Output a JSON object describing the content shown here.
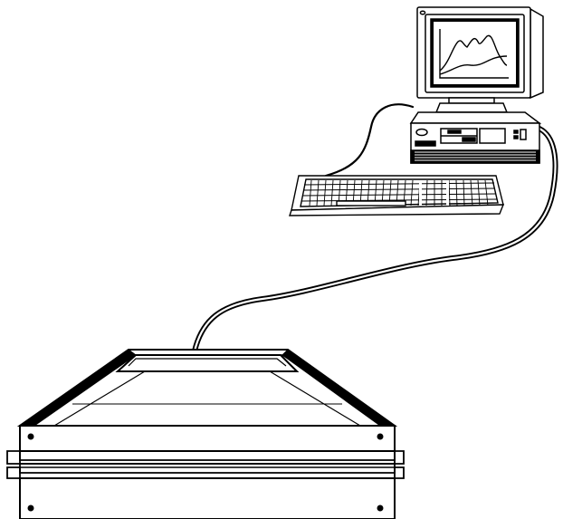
{
  "figure": {
    "components": [
      {
        "name": "computer-workstation",
        "parts": [
          "monitor",
          "system-unit",
          "keyboard"
        ]
      },
      {
        "name": "monitor-screen-plot",
        "content": "line graph"
      },
      {
        "name": "connection-cable"
      },
      {
        "name": "instrument-unit",
        "parts": [
          "top-cover",
          "front-panel"
        ]
      }
    ],
    "colors": {
      "stroke": "#000000",
      "fill": "#ffffff"
    }
  }
}
